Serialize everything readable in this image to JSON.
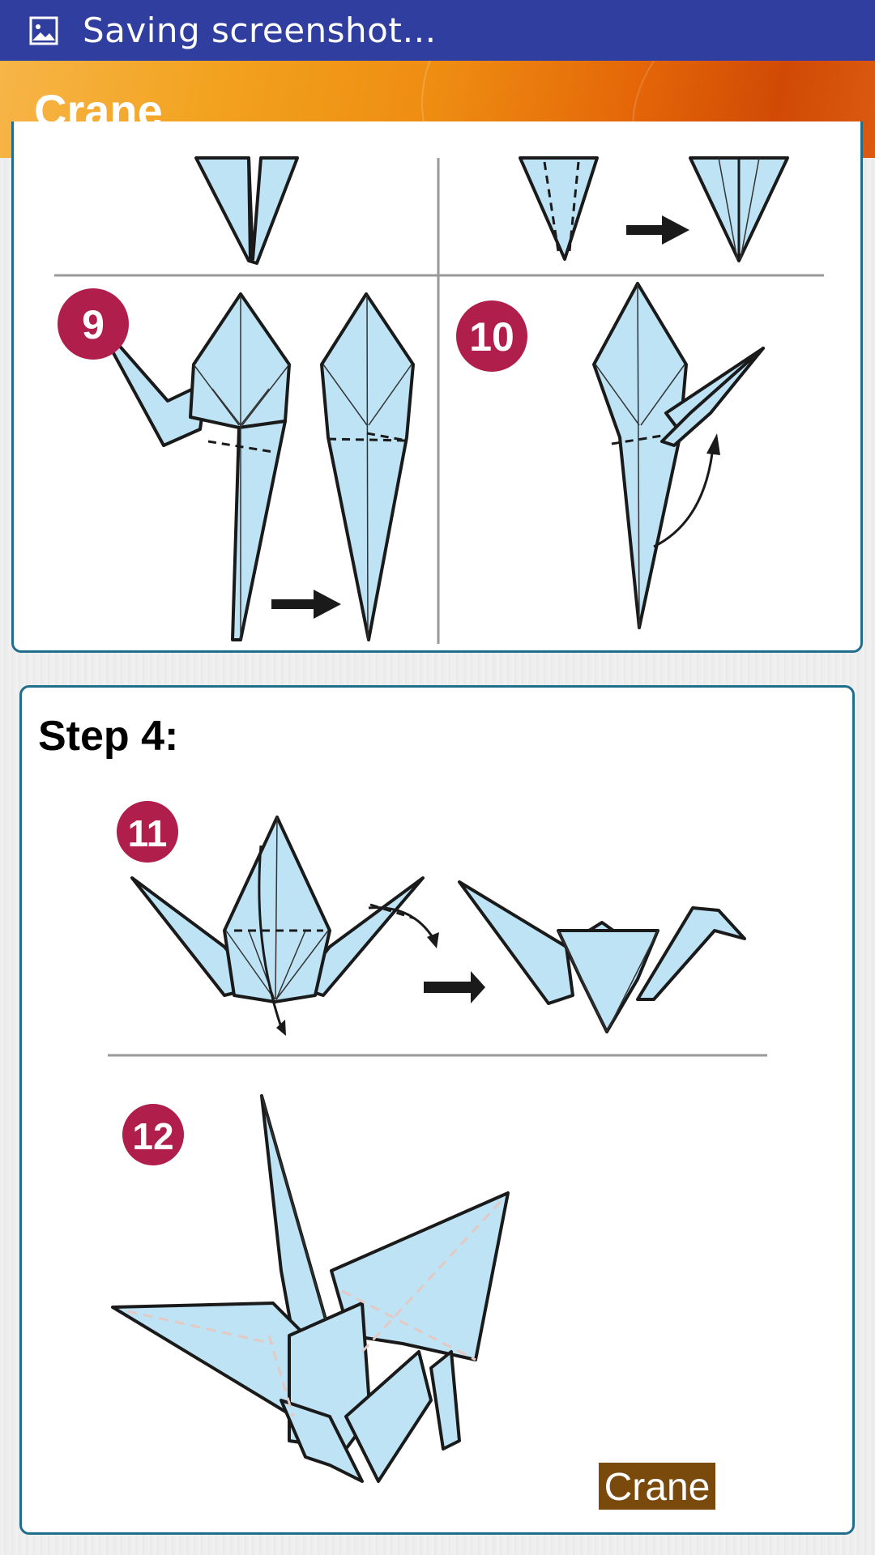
{
  "status_bar": {
    "text": "Saving screenshot…",
    "icon": "image-icon",
    "color": "#303f9f"
  },
  "app_bar": {
    "title": "Crane"
  },
  "card_step3": {
    "badges": {
      "b9": "9",
      "b10": "10"
    }
  },
  "card_step4": {
    "title": "Step 4:",
    "badges": {
      "b11": "11",
      "b12": "12"
    },
    "label": "Crane",
    "label_color": "#7a4a0d"
  },
  "colors": {
    "paper": "#bde3f5",
    "badge": "#b01e4b",
    "accent": "#f08a12",
    "card_border": "#1f6e8c"
  }
}
